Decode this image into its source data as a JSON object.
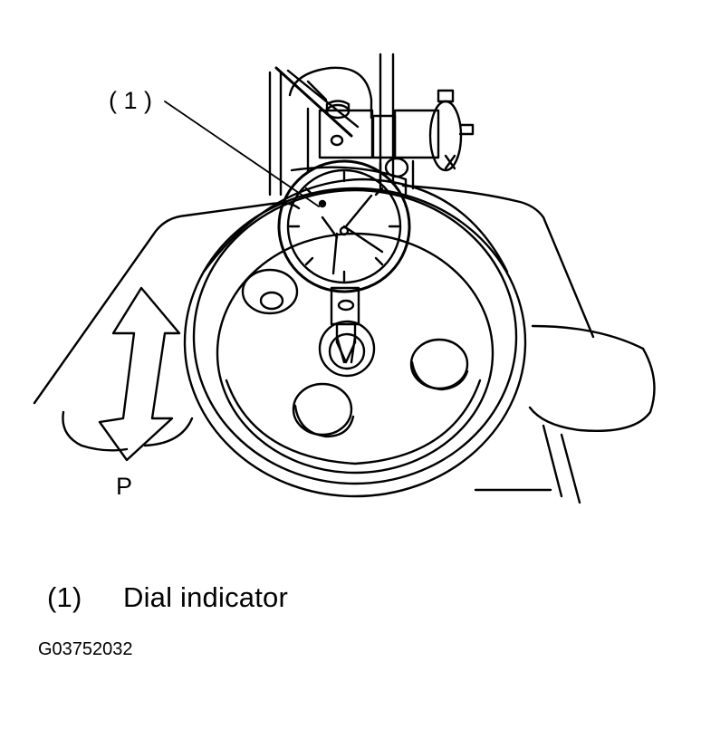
{
  "callouts": [
    {
      "id": "1",
      "label": "( 1 )"
    }
  ],
  "direction_label": "P",
  "legend": [
    {
      "number": "(1)",
      "text": "Dial indicator"
    }
  ],
  "figure_code": "G03752032",
  "colors": {
    "line": "#000000",
    "background": "#ffffff"
  }
}
